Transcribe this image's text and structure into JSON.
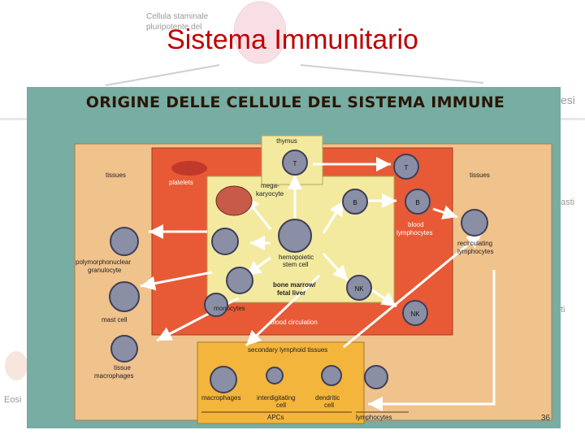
{
  "slide": {
    "title": "Sistema Immunitario",
    "page_number": "36"
  },
  "background": {
    "stem_label_line1": "Cellula staminale",
    "stem_label_line2": "pluripotente del",
    "right_fragment_1": "esi",
    "right_fragment_2": "asti",
    "right_fragment_3": "ti",
    "left_fragment": "Eosi"
  },
  "diagram": {
    "title": "ORIGINE DELLE CELLULE DEL SISTEMA IMMUNE",
    "labels": {
      "thymus": "thymus",
      "tissues_left": "tissues",
      "tissues_right": "tissues",
      "platelets": "platelets",
      "megakaryocyte_1": "mega-",
      "megakaryocyte_2": "karyocyte",
      "hemopoietic_1": "hemopoietic",
      "hemopoietic_2": "stem cell",
      "bone_marrow_1": "bone marrow/",
      "bone_marrow_2": "fetal liver",
      "blood_lymphocytes_1": "blood",
      "blood_lymphocytes_2": "lymphocytes",
      "recirculating_1": "recirculating",
      "recirculating_2": "lymphocytes",
      "polymorpho_1": "polymorphonuclear",
      "polymorpho_2": "granulocyte",
      "mast_cell": "mast cell",
      "monocytes": "monocytes",
      "blood_circulation": "blood circulation",
      "tissue_macro_1": "tissue",
      "tissue_macro_2": "macrophages",
      "secondary_lymphoid": "secondary lymphoid tissues",
      "macrophages": "macrophages",
      "interdigitating_1": "interdigitating",
      "interdigitating_2": "cell",
      "dendritic_1": "dendritic",
      "dendritic_2": "cell",
      "apcs": "APCs",
      "lymphocytes": "lymphocytes",
      "cell_T": "T",
      "cell_B": "B",
      "cell_NK": "NK"
    }
  },
  "colors": {
    "diagram_bg": "#77ada3",
    "tissue_zone": "#f0c28c",
    "blood_zone": "#e85a35",
    "marrow_zone": "#f3eaa0",
    "lymphoid_zone": "#f3b53b",
    "cell_fill": "#8a8fa6",
    "title_red": "#c00000"
  }
}
